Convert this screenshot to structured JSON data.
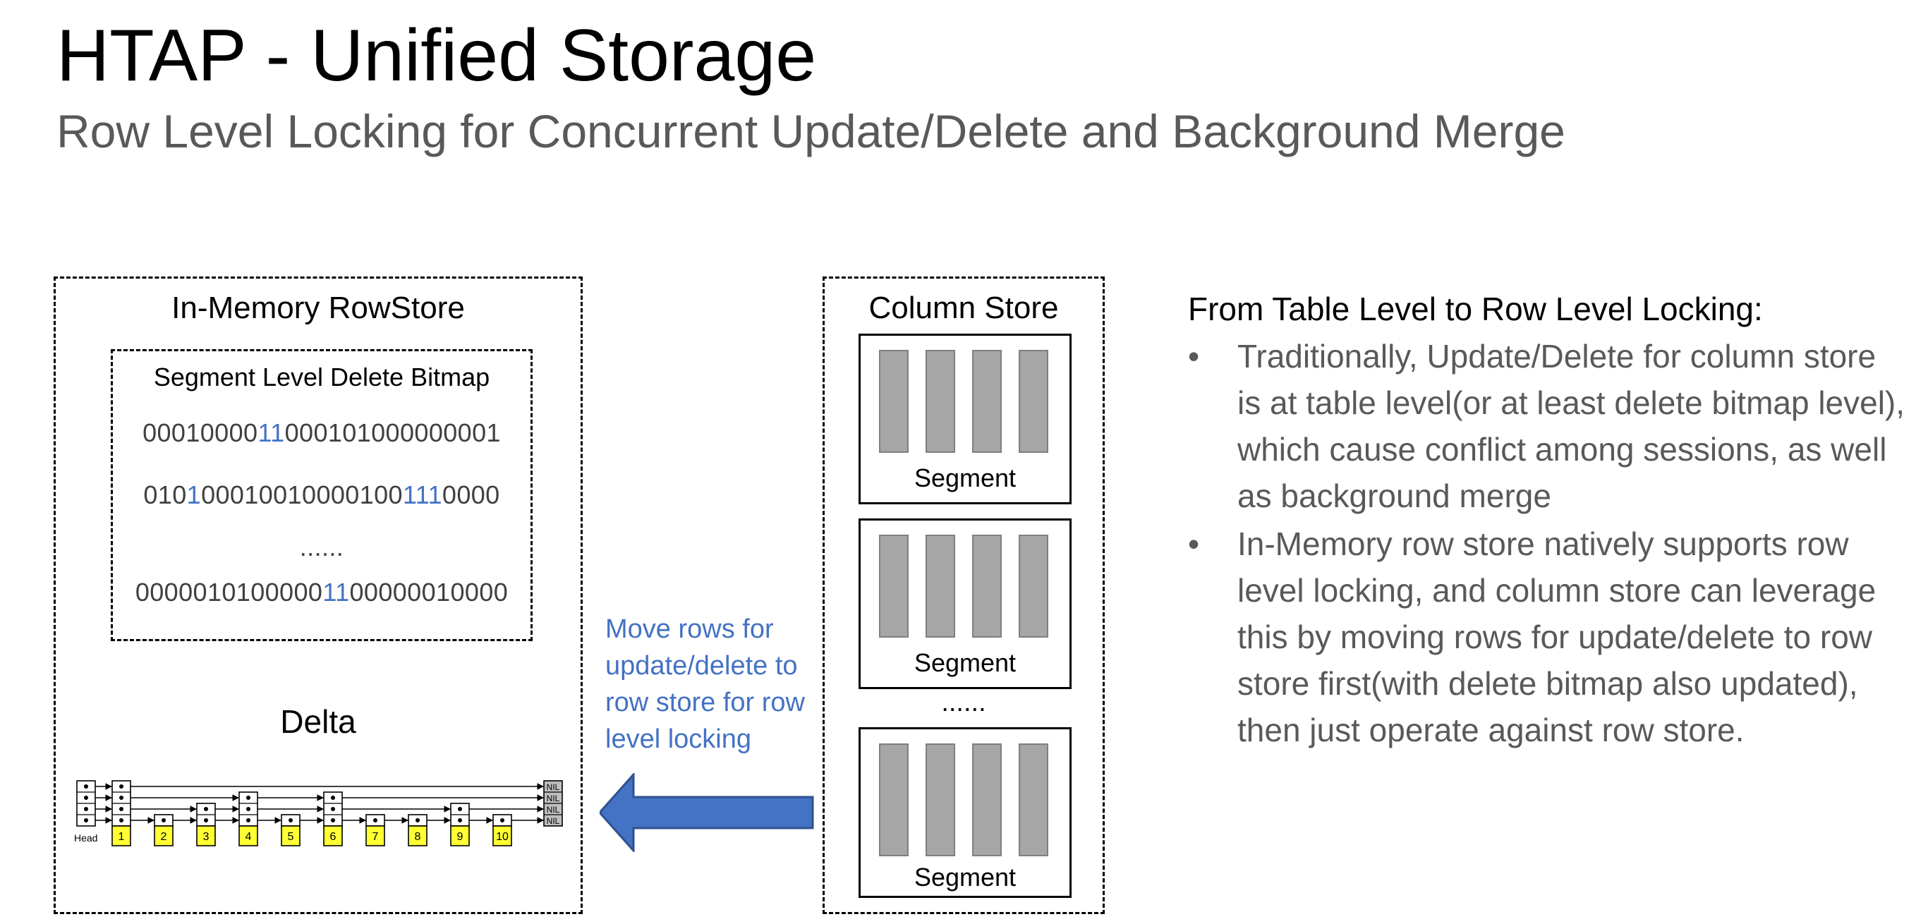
{
  "title": "HTAP - Unified Storage",
  "subtitle": "Row Level Locking for Concurrent Update/Delete and Background Merge",
  "rowstore": {
    "title": "In-Memory RowStore",
    "bitmap": {
      "title": "Segment Level Delete Bitmap",
      "rows": [
        {
          "a": "00010000",
          "h1": "11",
          "b": "000101",
          "h2": "",
          "c": "",
          "d": "000000001",
          "alt": true
        },
        {
          "a": "010",
          "h1": "1",
          "b": "00010010000100",
          "h2": "111",
          "c": "0000",
          "d": "",
          "alt": false
        },
        {
          "a": "......",
          "h1": "",
          "b": "",
          "h2": "",
          "c": "",
          "d": "",
          "alt": false
        },
        {
          "a": "0000010100000",
          "h1": "11",
          "b": "00000010000",
          "h2": "",
          "c": "",
          "d": "",
          "alt": false
        }
      ]
    },
    "delta": {
      "title": "Delta",
      "head_label": "Head",
      "nil_label": "NIL",
      "node_keys": [
        "1",
        "2",
        "3",
        "4",
        "5",
        "6",
        "7",
        "8",
        "9",
        "10"
      ],
      "node_levels": [
        4,
        1,
        2,
        3,
        1,
        3,
        1,
        1,
        2,
        1
      ],
      "key_color": "#ffff33"
    }
  },
  "columnstore": {
    "title": "Column Store",
    "segment_label": "Segment",
    "ellipsis": "......"
  },
  "move_note": "Move rows for update/delete to row store for row level locking",
  "arrow_color": "#4472c4",
  "notes": {
    "title": "From Table Level to Row Level Locking:",
    "bullet_glyph": "•",
    "bullets": [
      "Traditionally, Update/Delete for column store is at table level(or at least delete bitmap level), which cause conflict among sessions, as well as  background merge",
      "In-Memory row store natively supports row level locking, and column store can leverage this by moving rows for update/delete to row store first(with delete bitmap also updated), then just operate against row store."
    ]
  }
}
